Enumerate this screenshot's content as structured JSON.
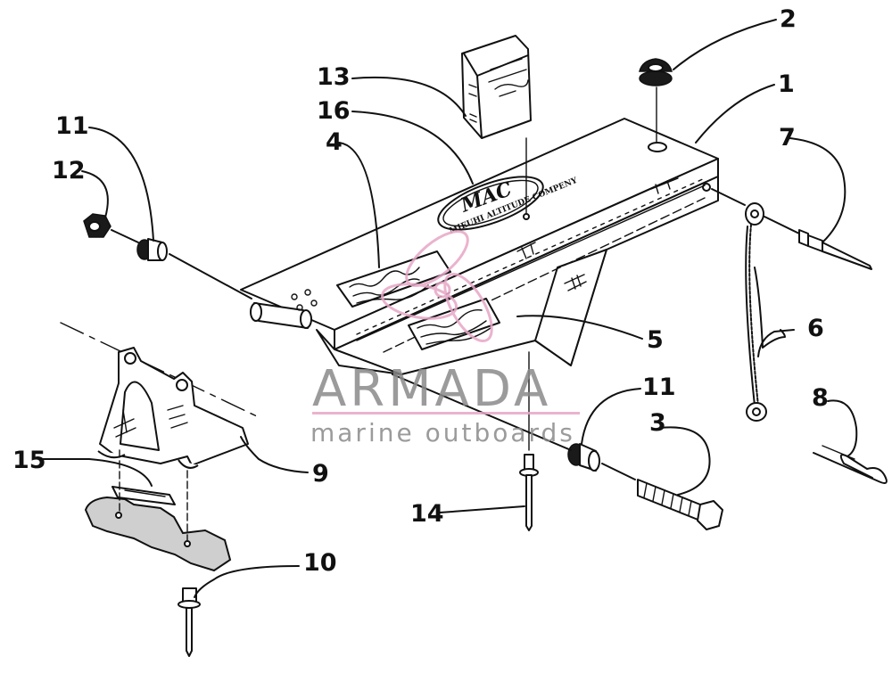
{
  "callouts": {
    "c1": "1",
    "c2": "2",
    "c3": "3",
    "c4": "4",
    "c5": "5",
    "c6": "6",
    "c7": "7",
    "c8": "8",
    "c9": "9",
    "c10": "10",
    "c11a": "11",
    "c11b": "11",
    "c12": "12",
    "c13": "13",
    "c14": "14",
    "c15": "15",
    "c16": "16"
  },
  "decal": {
    "logo_text": "MAC",
    "band_text": "MIEUHI ALTITUDE COMPENY"
  },
  "watermark": {
    "brand": "ARMADA",
    "tagline": "marine outboards"
  },
  "colors": {
    "line": "#111111",
    "watermark_text": "#8a8a8a",
    "watermark_accent": "#e7a6c6"
  }
}
